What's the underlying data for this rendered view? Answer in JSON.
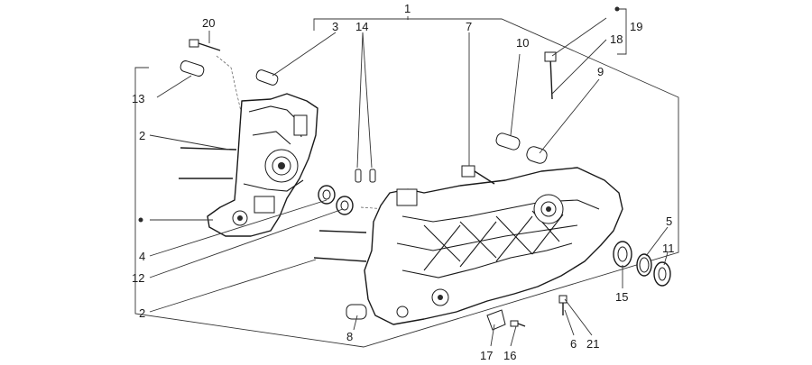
{
  "diagram": {
    "callouts": {
      "c1": "1",
      "c2a": "2",
      "c2b": "2",
      "c3": "3",
      "c4": "4",
      "c5": "5",
      "c6": "6",
      "c7": "7",
      "c8": "8",
      "c9": "9",
      "c10": "10",
      "c11": "11",
      "c12": "12",
      "c13": "13",
      "c14": "14",
      "c15": "15",
      "c16": "16",
      "c17": "17",
      "c18": "18",
      "c19": "19",
      "c20": "20",
      "c21": "21"
    }
  }
}
